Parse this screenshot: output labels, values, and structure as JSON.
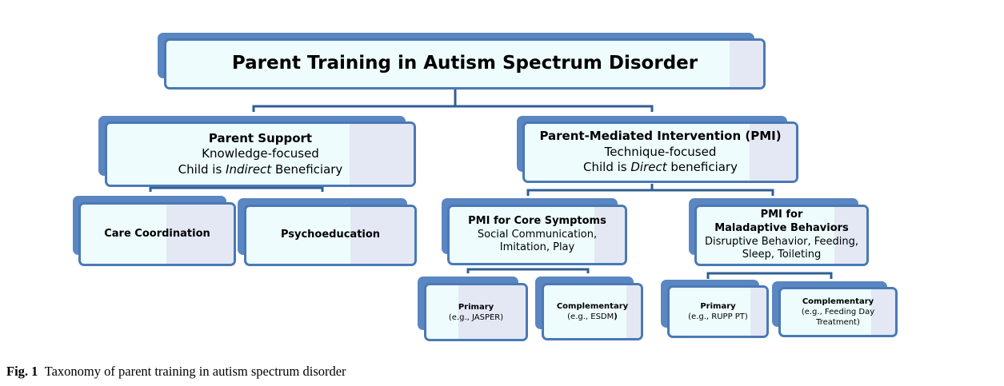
{
  "colors": {
    "border": "#4a79b6",
    "shadow": "#5a86c1",
    "fill": "#eefcfd",
    "tint": "#e3e8f4",
    "connector": "#2f5f94"
  },
  "root": {
    "title": "Parent Training in Autism Spectrum Disorder"
  },
  "parent_support": {
    "title": "Parent Support",
    "line1": "Knowledge-focused",
    "line2_pre": "Child is ",
    "line2_em": "Indirect",
    "line2_post": " Beneficiary"
  },
  "pmi": {
    "title": "Parent-Mediated Intervention (PMI)",
    "line1": "Technique-focused",
    "line2_pre": "Child is ",
    "line2_em": "Direct",
    "line2_post": " beneficiary"
  },
  "care_coordination": {
    "title": "Care Coordination"
  },
  "psychoeducation": {
    "title": "Psychoeducation"
  },
  "pmi_core": {
    "title": "PMI for Core Symptoms",
    "line1": "Social Communication,",
    "line2": "Imitation, Play"
  },
  "pmi_maladaptive": {
    "title1": "PMI for",
    "title2": "Maladaptive Behaviors",
    "line1": "Disruptive Behavior, Feeding,",
    "line2": "Sleep, Toileting"
  },
  "core_primary": {
    "title": "Primary",
    "example": "(e.g., JASPER)"
  },
  "core_complementary": {
    "title": "Complementary",
    "example_pre": "(e.g., ESDM",
    "example_close": ")"
  },
  "mal_primary": {
    "title": "Primary",
    "example": "(e.g., RUPP PT)"
  },
  "mal_complementary": {
    "title": "Complementary",
    "example1": "(e.g., Feeding Day",
    "example2": "Treatment)"
  },
  "caption": {
    "label": "Fig. 1",
    "text": "Taxonomy of parent training in autism spectrum disorder"
  }
}
